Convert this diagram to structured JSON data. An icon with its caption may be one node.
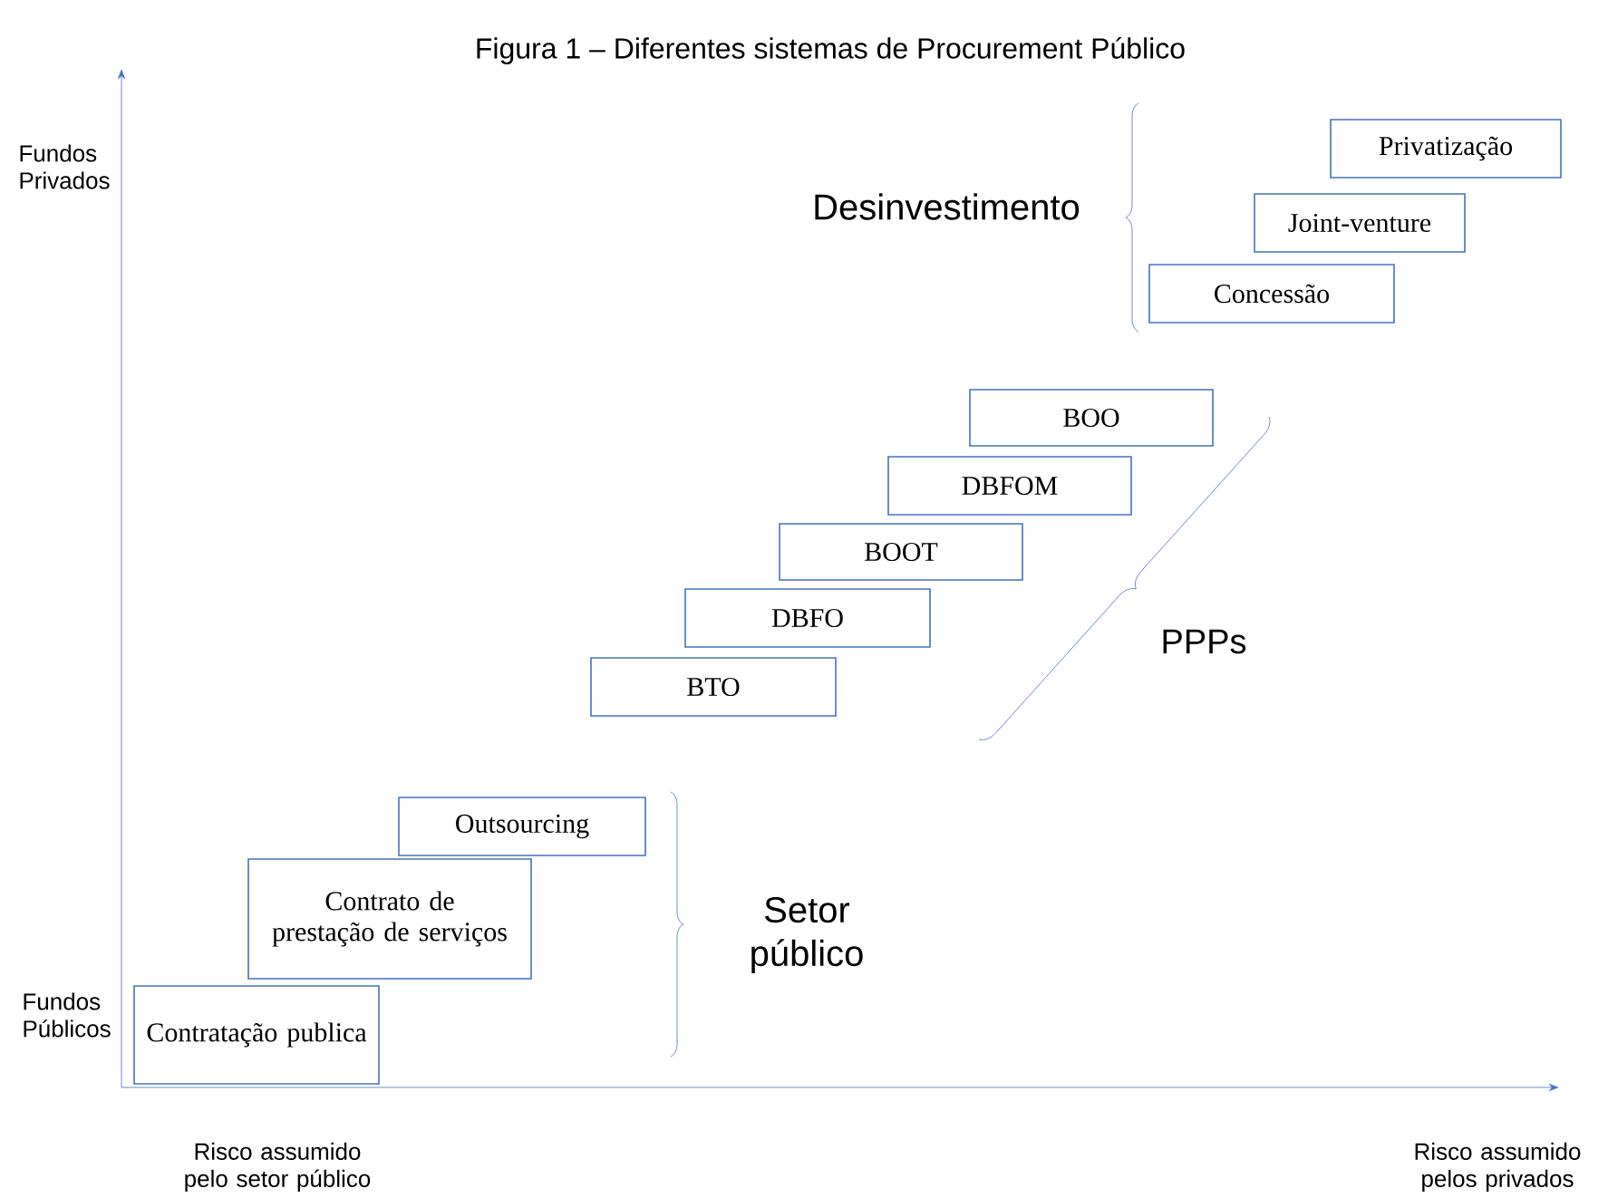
{
  "diagram": {
    "title": "Figura 1 – Diferentes sistemas de Procurement Público",
    "nodes": [
      {
        "text": [
          "Privatização"
        ]
      },
      {
        "text": [
          "Joint-venture"
        ]
      },
      {
        "text": [
          "Concessão"
        ]
      },
      {
        "text": [
          "BOO"
        ]
      },
      {
        "text": [
          "DBFOM"
        ]
      },
      {
        "text": [
          "BOOT"
        ]
      },
      {
        "text": [
          "DBFO"
        ]
      },
      {
        "text": [
          "BTO"
        ]
      },
      {
        "text": [
          "Outsourcing"
        ]
      },
      {
        "text": [
          "Contrato de prestação de serviços"
        ]
      },
      {
        "text": [
          "Contratação publica"
        ]
      }
    ],
    "labels": [
      "Fundos Privados",
      "Desinvestimento",
      "PPPs",
      "Setor público",
      "Fundos Públicos",
      "Risco assumido pelo setor público",
      "Risco assumido pelos privados"
    ]
  }
}
